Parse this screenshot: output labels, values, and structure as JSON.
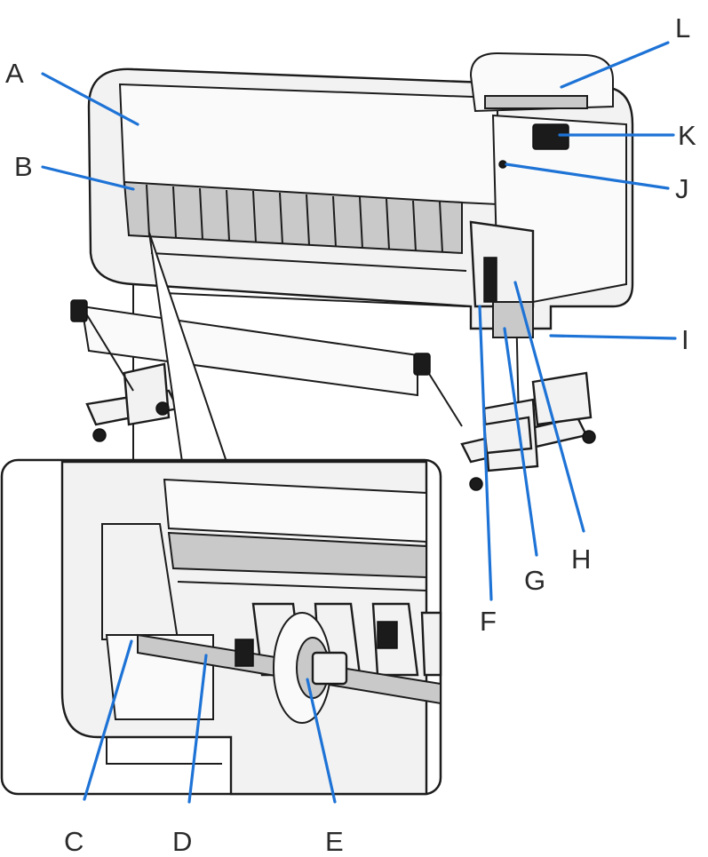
{
  "figure": {
    "callouts": [
      {
        "id": "A",
        "label": "A"
      },
      {
        "id": "B",
        "label": "B"
      },
      {
        "id": "C",
        "label": "C"
      },
      {
        "id": "D",
        "label": "D"
      },
      {
        "id": "E",
        "label": "E"
      },
      {
        "id": "F",
        "label": "F"
      },
      {
        "id": "G",
        "label": "G"
      },
      {
        "id": "H",
        "label": "H"
      },
      {
        "id": "I",
        "label": "I"
      },
      {
        "id": "J",
        "label": "J"
      },
      {
        "id": "K",
        "label": "K"
      },
      {
        "id": "L",
        "label": "L"
      }
    ],
    "colors": {
      "leader": "#1e73d6",
      "outline": "#1c1c1c",
      "body": "#f2f2f2",
      "dark": "#1b1b1b",
      "letter": "#2a2a2a"
    }
  }
}
